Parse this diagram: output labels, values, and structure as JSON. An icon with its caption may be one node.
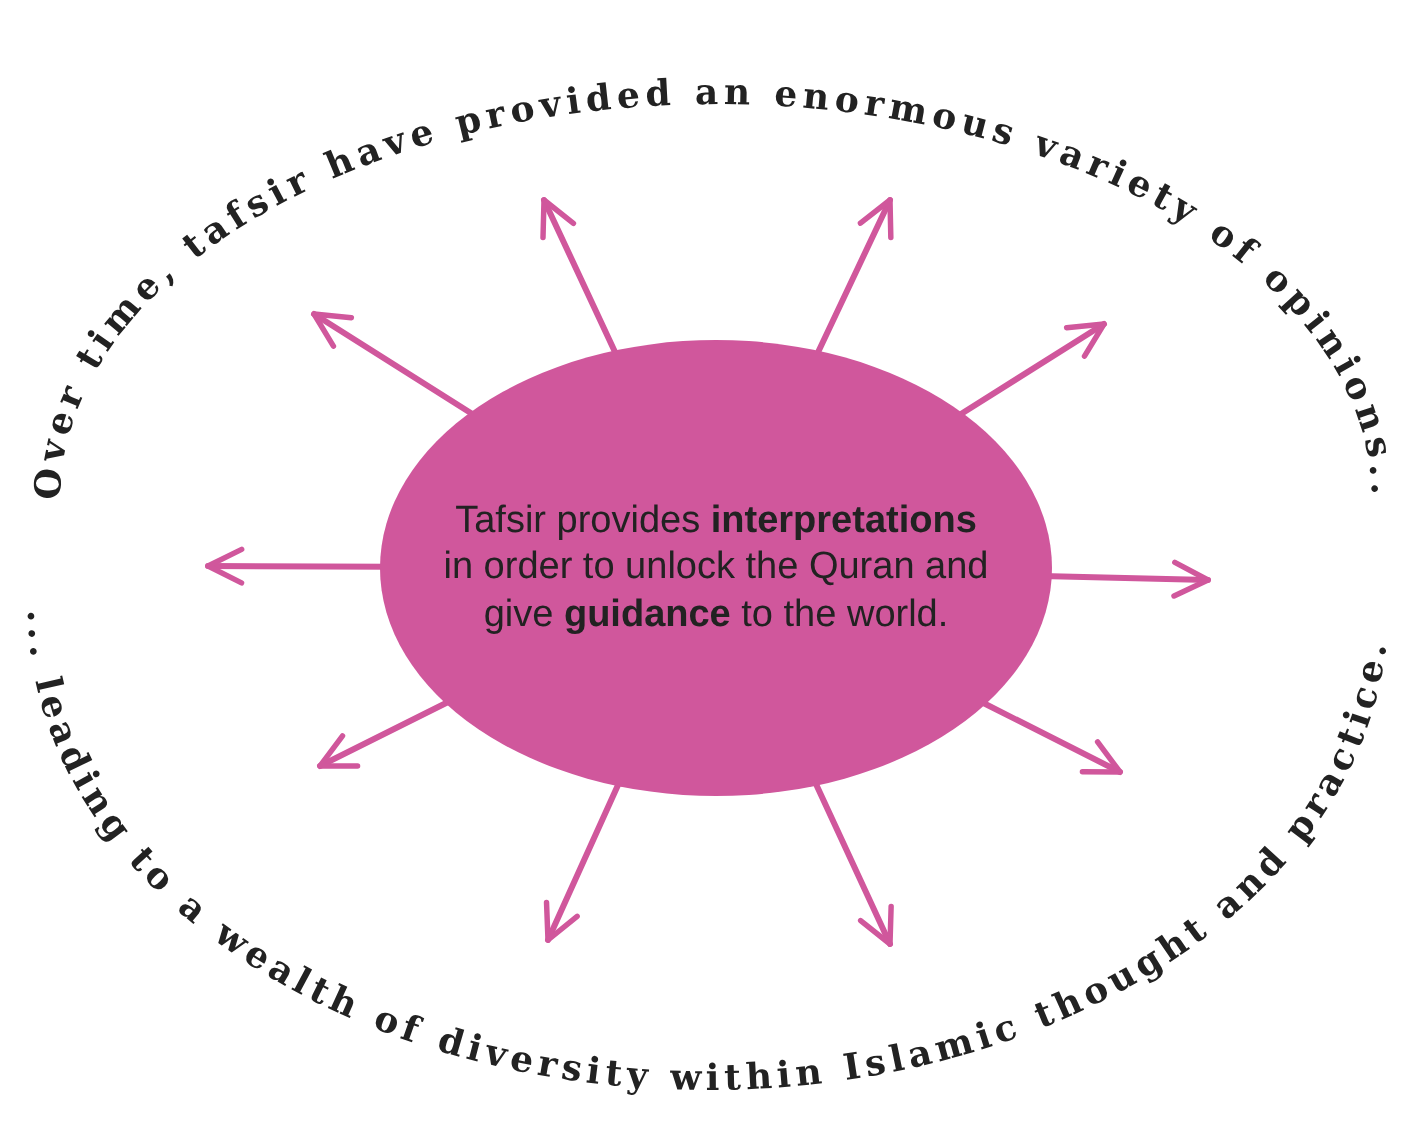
{
  "diagram": {
    "nodes": [
      {
        "text": [
          "Tafsir provides **interpretations** in order to unlock the Quran and give **guidance** to the world."
        ]
      },
      {
        "text": [
          "Over time, tafsir have provided an enormous variety of opinions..."
        ]
      },
      {
        "text": [
          "... leading to a wealth of diversity within Islamic thought and practice."
        ]
      }
    ],
    "edges": [
      {
        "from": 0,
        "to": 1,
        "arrow": "to"
      },
      {
        "from": 0,
        "to": 1,
        "arrow": "to"
      },
      {
        "from": 0,
        "to": 1,
        "arrow": "to"
      },
      {
        "from": 0,
        "to": 1,
        "arrow": "to"
      },
      {
        "from": 0,
        "to": 1,
        "arrow": "to"
      },
      {
        "from": 0,
        "to": 1,
        "arrow": "to"
      },
      {
        "from": 0,
        "to": 2,
        "arrow": "to"
      },
      {
        "from": 0,
        "to": 2,
        "arrow": "to"
      },
      {
        "from": 0,
        "to": 2,
        "arrow": "to"
      },
      {
        "from": 0,
        "to": 2,
        "arrow": "to"
      }
    ]
  }
}
